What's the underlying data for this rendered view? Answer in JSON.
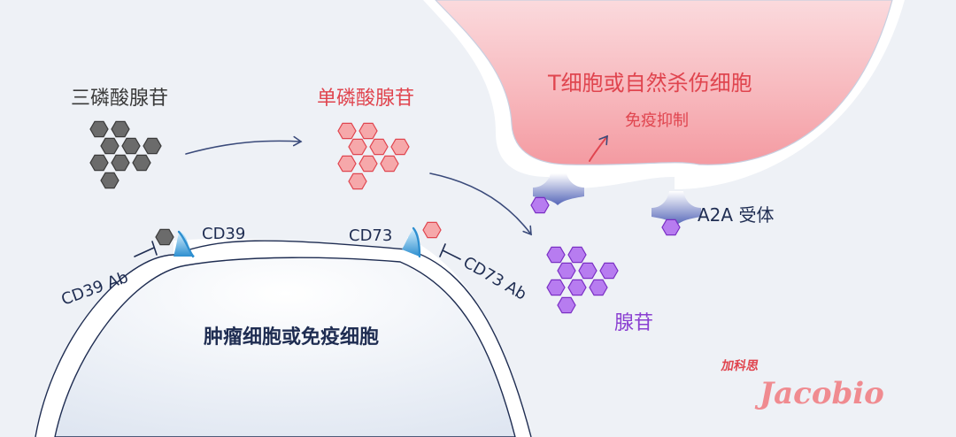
{
  "labels": {
    "atp": "三磷酸腺苷",
    "amp": "单磷酸腺苷",
    "adenosine": "腺苷",
    "t_cell": "T细胞或自然杀伤细胞",
    "immune_suppression": "免疫抑制",
    "a2a_receptor": "A2A 受体",
    "cd39": "CD39",
    "cd73": "CD73",
    "cd39_ab": "CD39 Ab",
    "cd73_ab": "CD73 Ab",
    "tumor_cell": "肿瘤细胞或免疫细胞"
  },
  "logo": {
    "cn": "加科思",
    "en": "Jacobio"
  },
  "colors": {
    "background": "#eef1f6",
    "atp_hex": "#6b6b6b",
    "amp_hex": "#f6a8aa",
    "adenosine_hex": "#b77cf0",
    "t_cell_fill": "#f7a7ad",
    "text_dark": "#1f2d52",
    "text_red": "#e0454f",
    "text_purple": "#8a3fd1"
  }
}
